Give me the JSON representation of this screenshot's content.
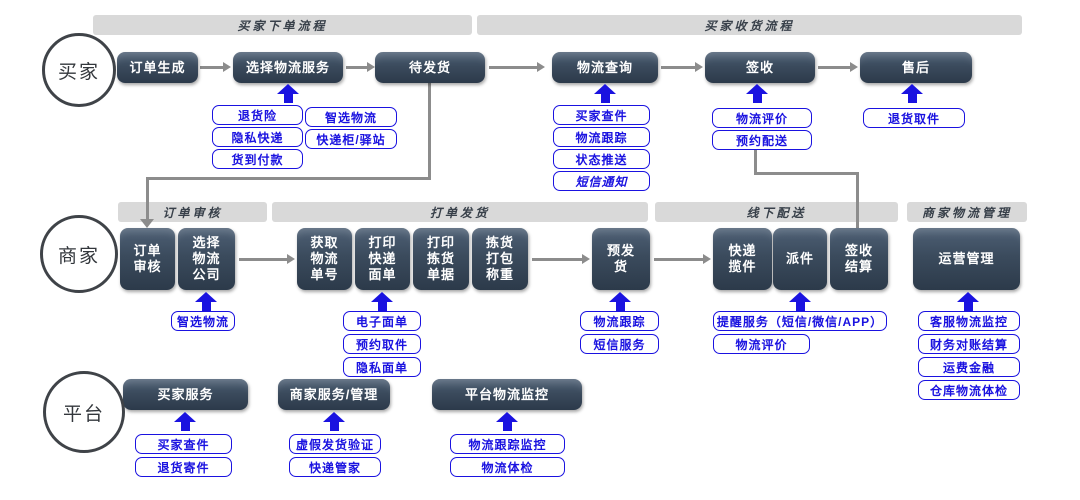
{
  "colors": {
    "accent_blue": "#1a12e0",
    "dark_box_top": "#4e6075",
    "dark_box_bottom": "#2c3a4a",
    "connector_gray": "#8c8c8c",
    "section_bar_gray": "#d9d9d9"
  },
  "icons": {
    "up_arrow_icon": "css-triangle-up-blue",
    "right_arrow_icon": "css-triangle-right-gray",
    "down_arrow_icon": "css-triangle-down-gray"
  },
  "sections": {
    "buyer_order": "买家下单流程",
    "buyer_receive": "买家收货流程",
    "order_review": "订单审核",
    "print_ship": "打单发货",
    "offline_delivery": "线下配送",
    "merchant_mgmt": "商家物流管理"
  },
  "buyer": {
    "label": "买家",
    "steps": [
      "订单生成",
      "选择物流服务",
      "待发货",
      "物流查询",
      "签收",
      "售后"
    ],
    "services": {
      "select_left": [
        "退货险",
        "隐私快递",
        "货到付款"
      ],
      "select_right": [
        "智选物流",
        "快递柜/驿站"
      ],
      "query": [
        "买家查件",
        "物流跟踪",
        "状态推送",
        "短信通知"
      ],
      "sign": [
        "物流评价",
        "预约配送"
      ],
      "aftersale": [
        "退货取件"
      ]
    }
  },
  "merchant": {
    "label": "商家",
    "steps": [
      "订单\n审核",
      "选择\n物流\n公司",
      "获取\n物流\n单号",
      "打印\n快递\n面单",
      "打印\n拣货\n单据",
      "拣货\n打包\n称重",
      "预发\n货",
      "快递\n揽件",
      "派件",
      "签收\n结算",
      "运营管理"
    ],
    "services": {
      "select_company": [
        "智选物流"
      ],
      "print_waybill": [
        "电子面单",
        "预约取件",
        "隐私面单"
      ],
      "preship": [
        "物流跟踪",
        "短信服务"
      ],
      "delivery": [
        "提醒服务（短信/微信/APP）",
        "物流评价"
      ],
      "operations": [
        "客服物流监控",
        "财务对账结算",
        "运费金融",
        "仓库物流体检"
      ]
    }
  },
  "platform": {
    "label": "平台",
    "steps": [
      "买家服务",
      "商家服务/管理",
      "平台物流监控"
    ],
    "services": {
      "buyer_service": [
        "买家查件",
        "退货寄件"
      ],
      "merchant_service": [
        "虚假发货验证",
        "快递管家"
      ],
      "monitor": [
        "物流跟踪监控",
        "物流体检"
      ]
    }
  }
}
